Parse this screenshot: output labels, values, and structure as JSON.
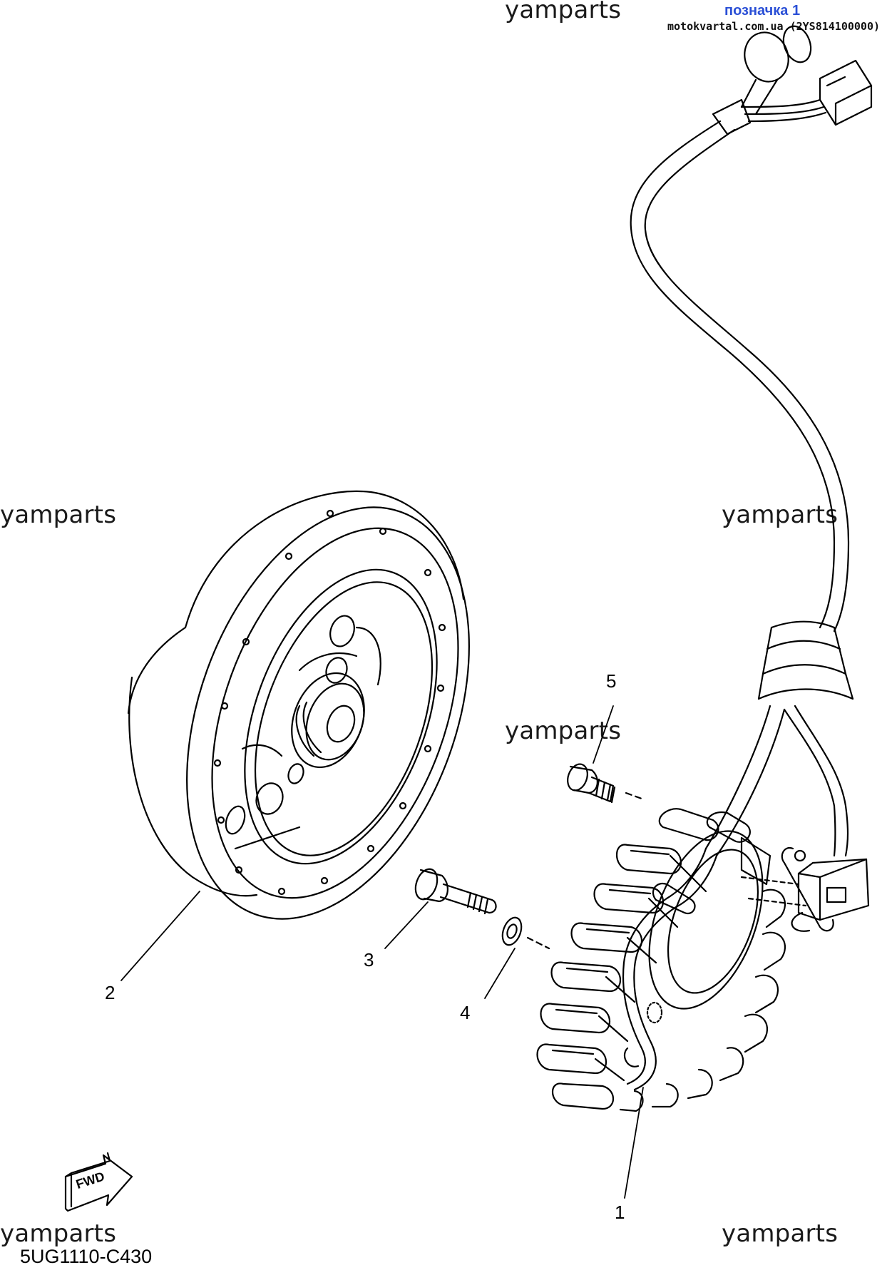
{
  "header": {
    "badge": "позначка 1",
    "site": "motokvartal.com.ua (2YS814100000)"
  },
  "watermarks": [
    "yamparts",
    "yamparts",
    "yamparts",
    "yamparts",
    "yamparts",
    "yamparts"
  ],
  "callouts": {
    "c1": "1",
    "c2": "2",
    "c3": "3",
    "c4": "4",
    "c5": "5"
  },
  "fwd_label": "FWD",
  "diagram_code": "5UG1110-C430",
  "parts": {
    "p1": "stator-assembly",
    "p2": "rotor-flywheel",
    "p3": "bolt",
    "p4": "washer",
    "p5": "screw"
  }
}
